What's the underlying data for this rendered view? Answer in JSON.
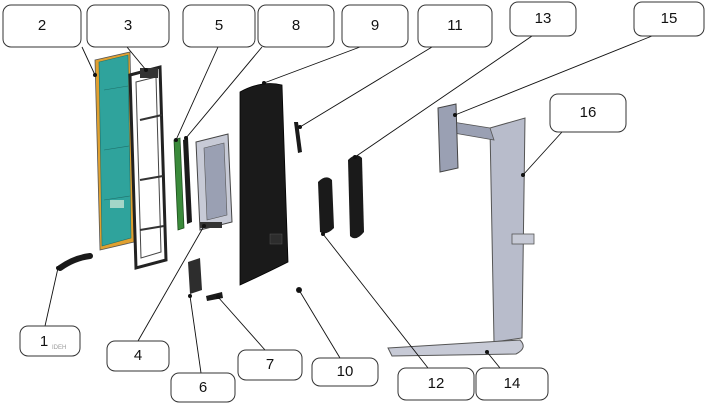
{
  "diagram": {
    "callouts": [
      {
        "id": "2"
      },
      {
        "id": "3"
      },
      {
        "id": "5"
      },
      {
        "id": "8"
      },
      {
        "id": "9"
      },
      {
        "id": "11"
      },
      {
        "id": "13"
      },
      {
        "id": "15"
      },
      {
        "id": "16"
      },
      {
        "id": "1"
      },
      {
        "id": "4"
      },
      {
        "id": "6"
      },
      {
        "id": "7"
      },
      {
        "id": "10"
      },
      {
        "id": "12"
      },
      {
        "id": "14"
      }
    ],
    "small_text": "IDEH",
    "colors": {
      "panel": "#2fa39c",
      "panel_edge": "#e0a030",
      "dark_part": "#1a1a1a",
      "stand": "#b8bccb",
      "callout_border": "#333333"
    }
  }
}
